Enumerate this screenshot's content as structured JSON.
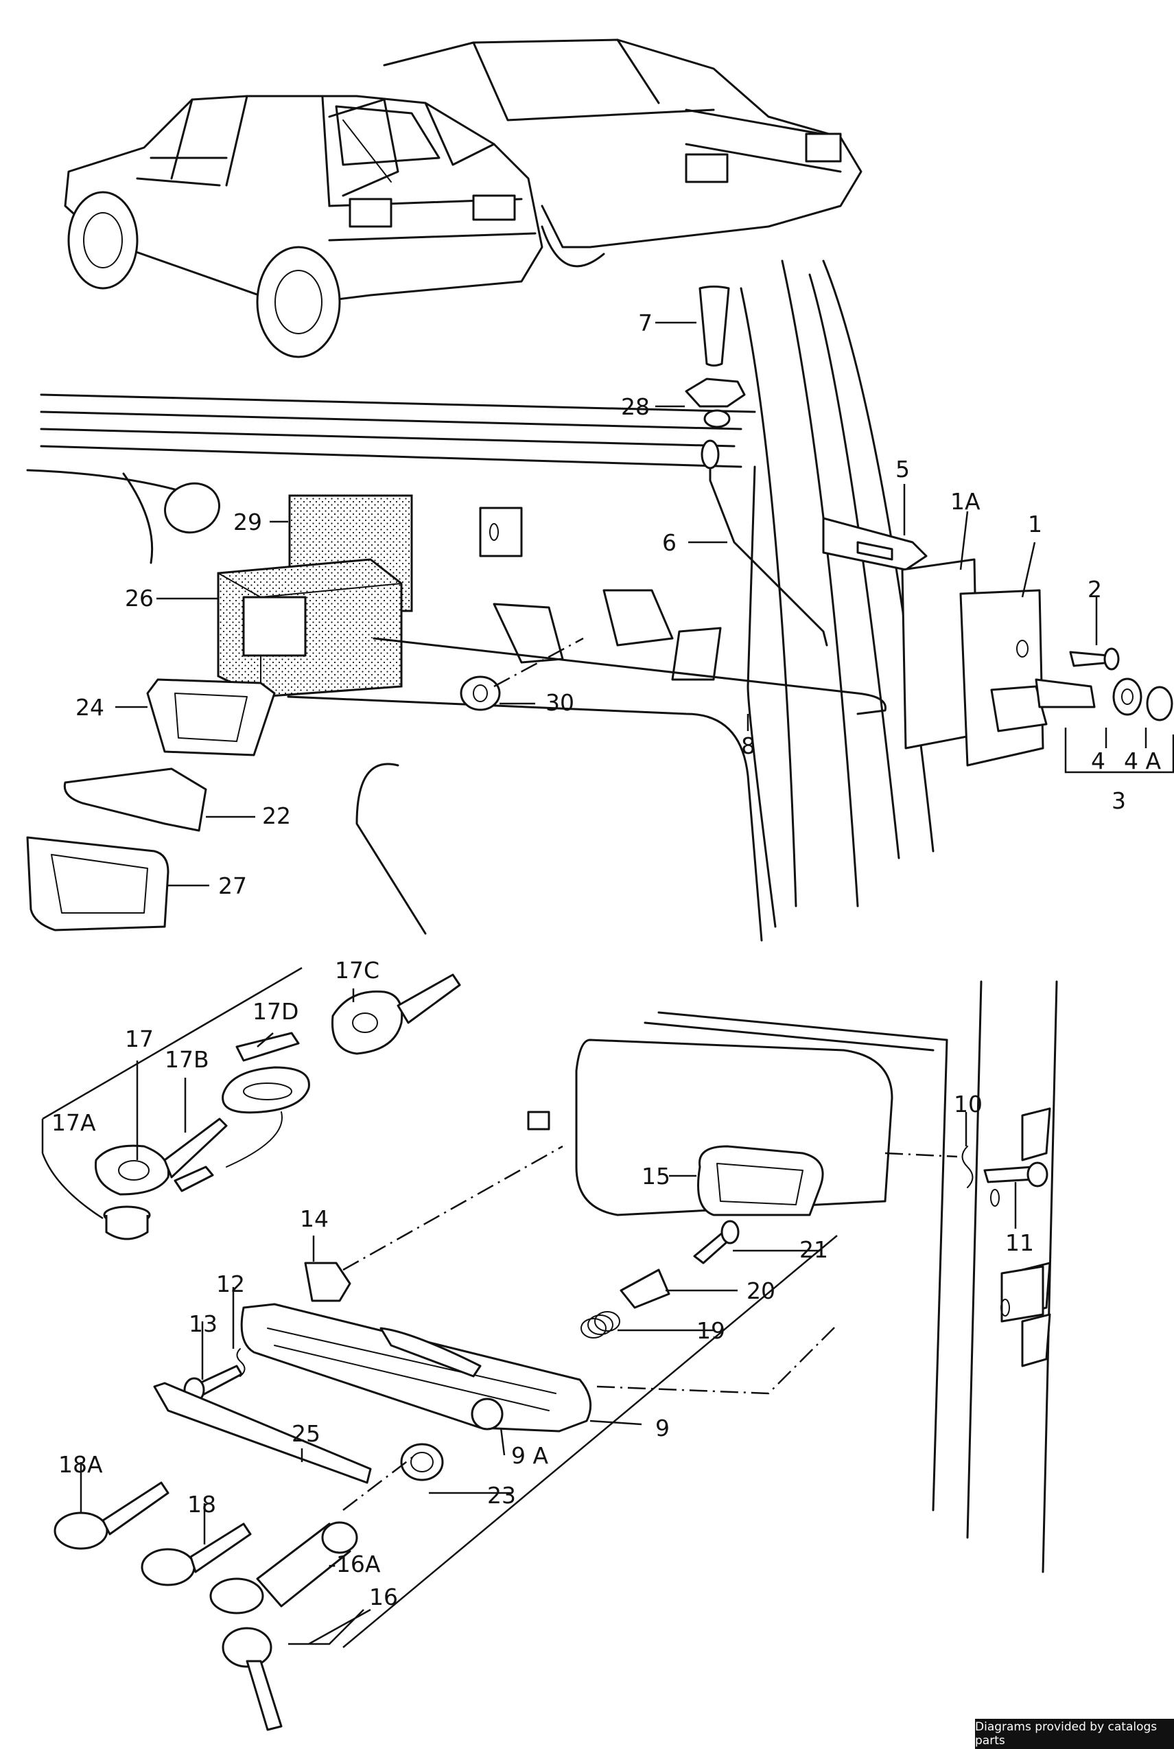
{
  "credit": "Diagrams provided by catalogs parts",
  "callouts": {
    "p1": "1",
    "p1A": "1A",
    "p2": "2",
    "p3": "3",
    "p4": "4",
    "p4A": "4 A",
    "p5": "5",
    "p6": "6",
    "p7": "7",
    "p8": "8",
    "p9": "9",
    "p9A": "9 A",
    "p10": "10",
    "p11": "11",
    "p12": "12",
    "p13": "13",
    "p14": "14",
    "p15": "15",
    "p16": "16",
    "p16A": "-16A",
    "p17": "17",
    "p17A": "17A",
    "p17B": "17B",
    "p17C": "17C",
    "p17D": "17D",
    "p18": "18",
    "p18A": "18A",
    "p19": "19",
    "p20": "20",
    "p21": "21",
    "p22": "22",
    "p23": "23",
    "p24": "24",
    "p25": "25",
    "p26": "26",
    "p27": "27",
    "p28": "28",
    "p29": "29",
    "p30": "30"
  }
}
